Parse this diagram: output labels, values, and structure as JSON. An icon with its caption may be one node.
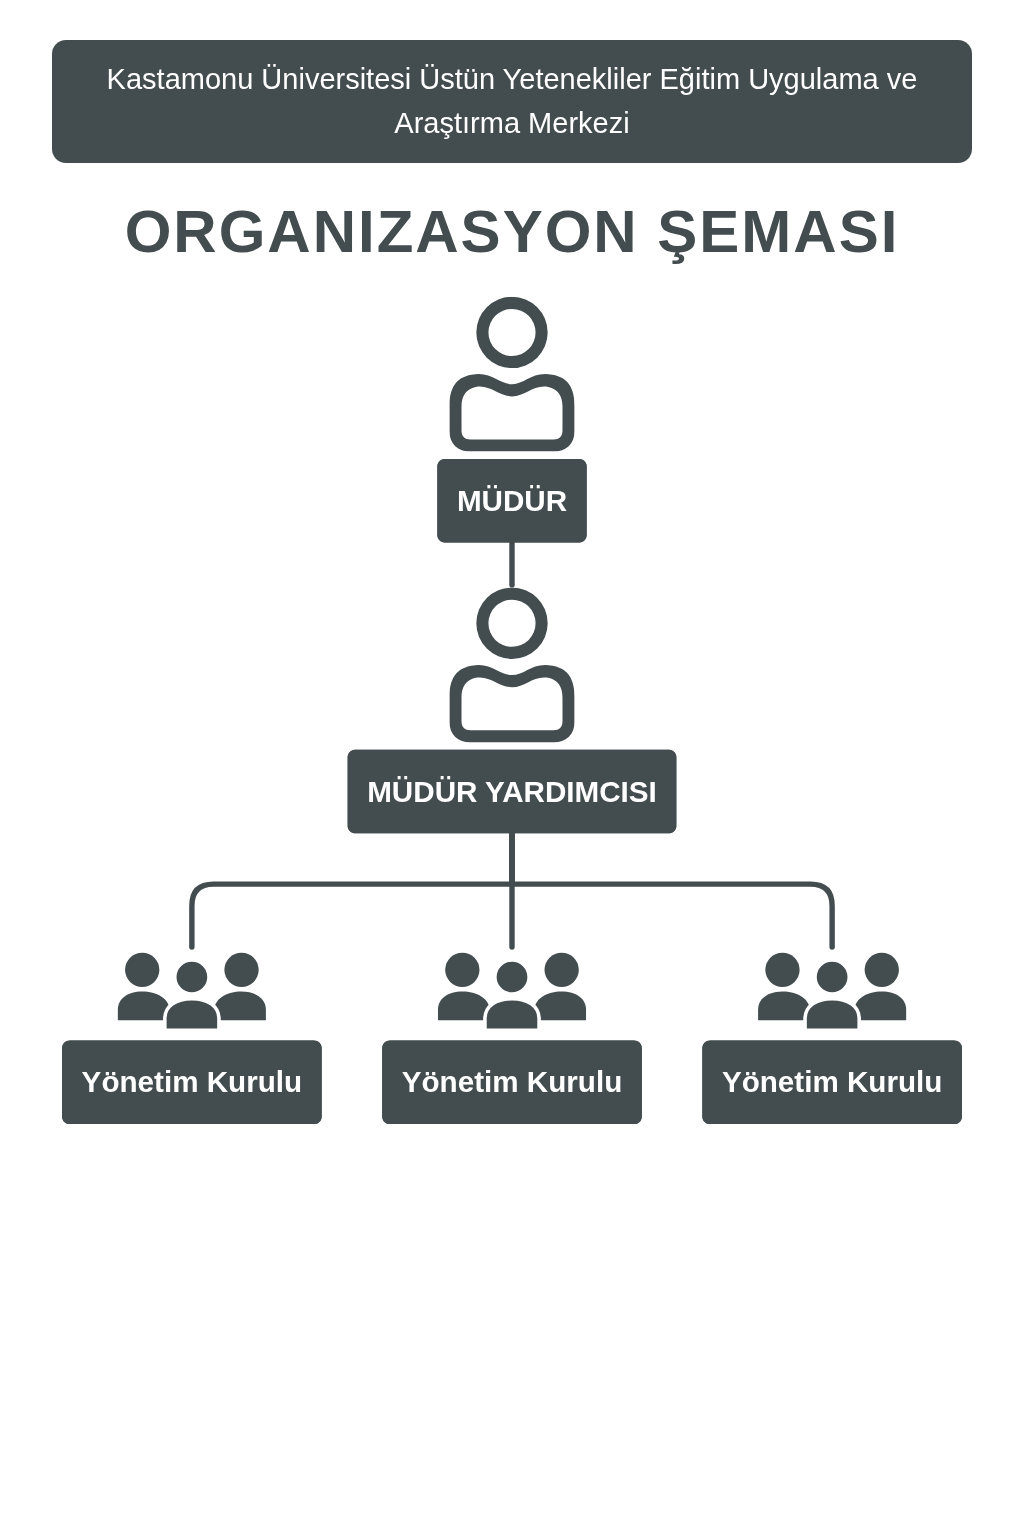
{
  "diagram": {
    "title": "Kastamonu Üniversitesi Üstün Yetenekliler Eğitim Uygulama ve Araştırma Merkezi",
    "nodes": [
      {
        "text": [
          "MÜDÜR"
        ]
      },
      {
        "text": [
          "MÜDÜR YARDIMCISI"
        ]
      },
      {
        "text": [
          "Yönetim Kurulu"
        ]
      },
      {
        "text": [
          "Yönetim Kurulu"
        ]
      },
      {
        "text": [
          "Yönetim Kurulu"
        ]
      }
    ],
    "edges": [
      {
        "from": 0,
        "to": 1,
        "arrow": "none"
      },
      {
        "from": 1,
        "to": 2,
        "arrow": "none"
      },
      {
        "from": 1,
        "to": 3,
        "arrow": "none"
      },
      {
        "from": 1,
        "to": 4,
        "arrow": "none"
      }
    ],
    "labels": [
      "ORGANIZASYON ŞEMASI"
    ]
  }
}
